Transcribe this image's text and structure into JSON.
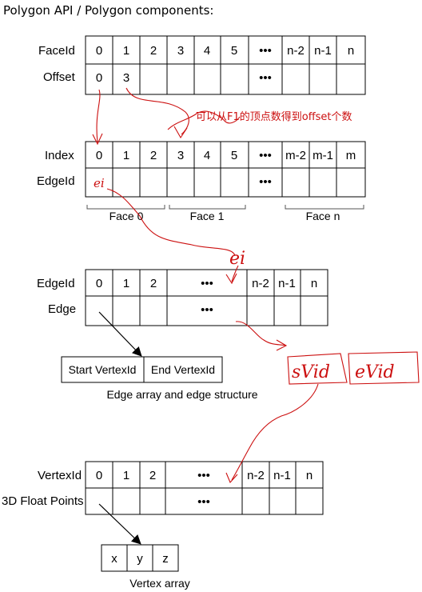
{
  "header": {
    "title": "Polygon API / Polygon components:"
  },
  "face_table": {
    "row_labels": [
      "FaceId",
      "Offset"
    ],
    "header_cells": [
      "0",
      "1",
      "2",
      "3",
      "4",
      "5",
      "•••",
      "n-2",
      "n-1",
      "n"
    ],
    "offset_cells": [
      "0",
      "3",
      "",
      "",
      "",
      "",
      "•••",
      "",
      "",
      ""
    ]
  },
  "index_table": {
    "row_labels": [
      "Index",
      "EdgeId"
    ],
    "header_cells": [
      "0",
      "1",
      "2",
      "3",
      "4",
      "5",
      "•••",
      "m-2",
      "m-1",
      "m"
    ],
    "edge_cells": [
      "",
      "",
      "",
      "",
      "",
      "",
      "•••",
      "",
      "",
      ""
    ],
    "groups": [
      "Face 0",
      "Face 1",
      "Face n"
    ]
  },
  "edge_table": {
    "row_labels": [
      "EdgeId",
      "Edge"
    ],
    "header_cells": [
      "0",
      "1",
      "2",
      "•••",
      "n-2",
      "n-1",
      "n"
    ],
    "edge_cells": [
      "",
      "",
      "",
      "•••",
      "",
      "",
      ""
    ],
    "struct": [
      "Start VertexId",
      "End VertexId"
    ],
    "caption": "Edge array and edge structure"
  },
  "vertex_table": {
    "row_labels": [
      "VertexId",
      "3D Float Points"
    ],
    "header_cells": [
      "0",
      "1",
      "2",
      "•••",
      "n-2",
      "n-1",
      "n"
    ],
    "point_cells": [
      "",
      "",
      "",
      "•••",
      "",
      "",
      ""
    ],
    "xyz": [
      "x",
      "y",
      "z"
    ],
    "caption": "Vertex array"
  },
  "annotations": {
    "note": "可以从F1的顶点数得到offset个数",
    "ei_small": "ei",
    "ei_large": "ei",
    "svid": "sVid",
    "evid": "eVid"
  },
  "colors": {
    "annotation": "#cc1010",
    "grid": "#000000"
  }
}
